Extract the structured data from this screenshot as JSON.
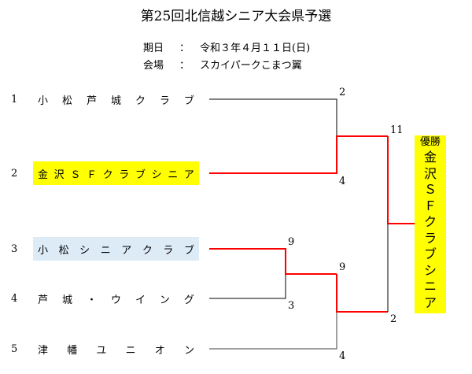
{
  "title": "第25回北信越シニア大会県予選",
  "info": {
    "date_label": "期日",
    "date_sep": "：",
    "date_value": "令和３年４月１１日(日)",
    "venue_label": "会場",
    "venue_sep": "：",
    "venue_value": "スカイパークこまつ翼"
  },
  "teams": [
    {
      "seed": "1",
      "chars": [
        "小",
        "松",
        "芦",
        "城",
        "ク",
        "ラ",
        "ブ"
      ]
    },
    {
      "seed": "2",
      "chars": [
        "金",
        "沢",
        "Ｓ",
        "Ｆ",
        "ク",
        "ラ",
        "ブ",
        "シ",
        "ニ",
        "ア"
      ]
    },
    {
      "seed": "3",
      "chars": [
        "小",
        "松",
        "シ",
        "ニ",
        "ア",
        "ク",
        "ラ",
        "ブ"
      ]
    },
    {
      "seed": "4",
      "chars": [
        "芦",
        "城",
        "・",
        "ウ",
        "イ",
        "ン",
        "グ"
      ]
    },
    {
      "seed": "5",
      "chars": [
        "津",
        "幡",
        "ユ",
        "ニ",
        "オ",
        "ン"
      ]
    }
  ],
  "scores": {
    "m1_team1": "2",
    "m1_team2": "4",
    "m2_team3": "9",
    "m2_team4": "3",
    "m3_winner34": "9",
    "m3_team5": "4",
    "final_top": "11",
    "final_bottom": "2"
  },
  "winner": {
    "label": "優勝",
    "chars": [
      "金",
      "沢",
      "Ｓ",
      "Ｆ",
      "ク",
      "ラ",
      "ブ",
      "シ",
      "ニ",
      "ア"
    ]
  },
  "colors": {
    "win_line": "#ff0000",
    "lose_line": "#000000",
    "winner_highlight": "#ffff00",
    "team3_highlight": "#ddebf7"
  }
}
